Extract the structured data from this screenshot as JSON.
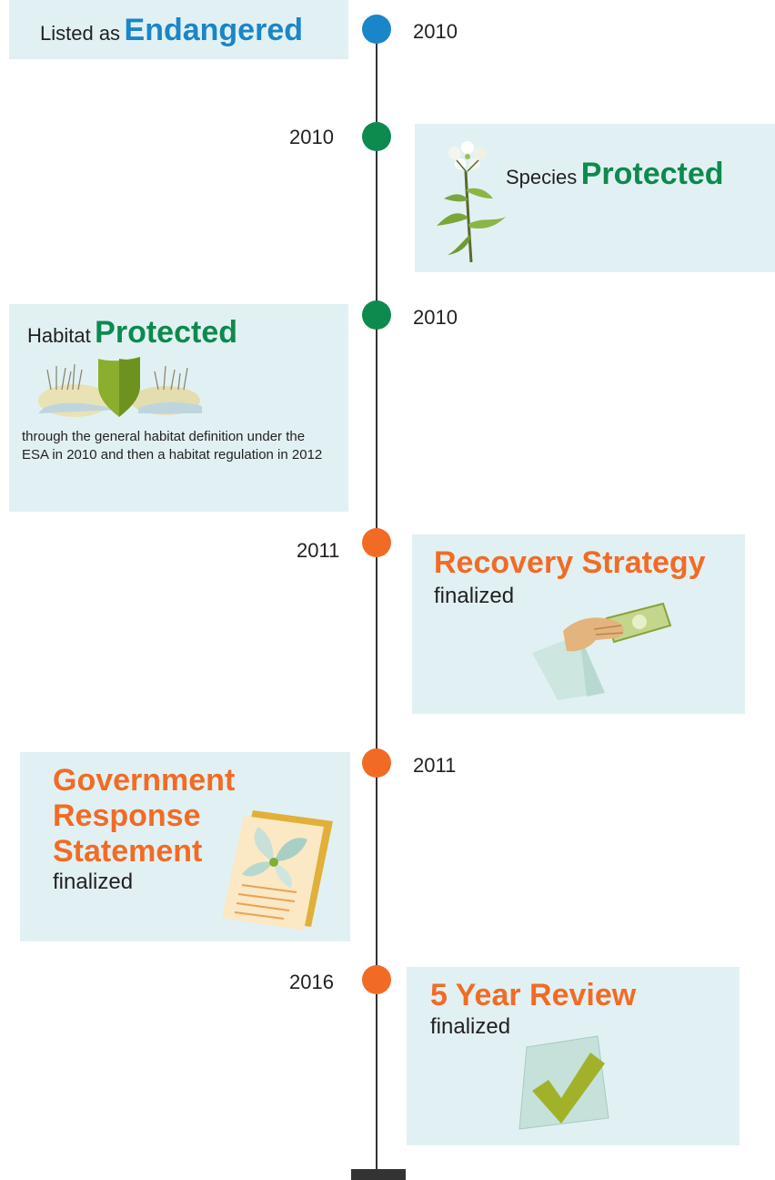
{
  "colors": {
    "blue": "#1b85c9",
    "green": "#0d8a4e",
    "orange": "#f26b25",
    "card_bg": "#e1f1f3",
    "line": "#333333"
  },
  "events": [
    {
      "year": "2010",
      "status": "blue",
      "prefix": "Listed as",
      "highlight": "Endangered",
      "icon": null
    },
    {
      "year": "2010",
      "status": "green",
      "prefix": "Species",
      "highlight": "Protected",
      "icon": "flower-plant-icon"
    },
    {
      "year": "2010",
      "status": "green",
      "prefix": "Habitat",
      "highlight": "Protected",
      "icon": "habitat-shield-icon",
      "description": "through the general habitat definition under the ESA in 2010 and then a habitat regulation in 2012"
    },
    {
      "year": "2011",
      "status": "orange",
      "highlight": "Recovery Strategy",
      "suffix": "finalized",
      "icon": "hand-money-icon"
    },
    {
      "year": "2011",
      "status": "orange",
      "highlight_lines": [
        "Government",
        "Response",
        "Statement"
      ],
      "suffix": "finalized",
      "icon": "document-trillium-icon"
    },
    {
      "year": "2016",
      "status": "orange",
      "highlight": "5 Year Review",
      "suffix": "finalized",
      "icon": "checkmark-icon"
    }
  ]
}
